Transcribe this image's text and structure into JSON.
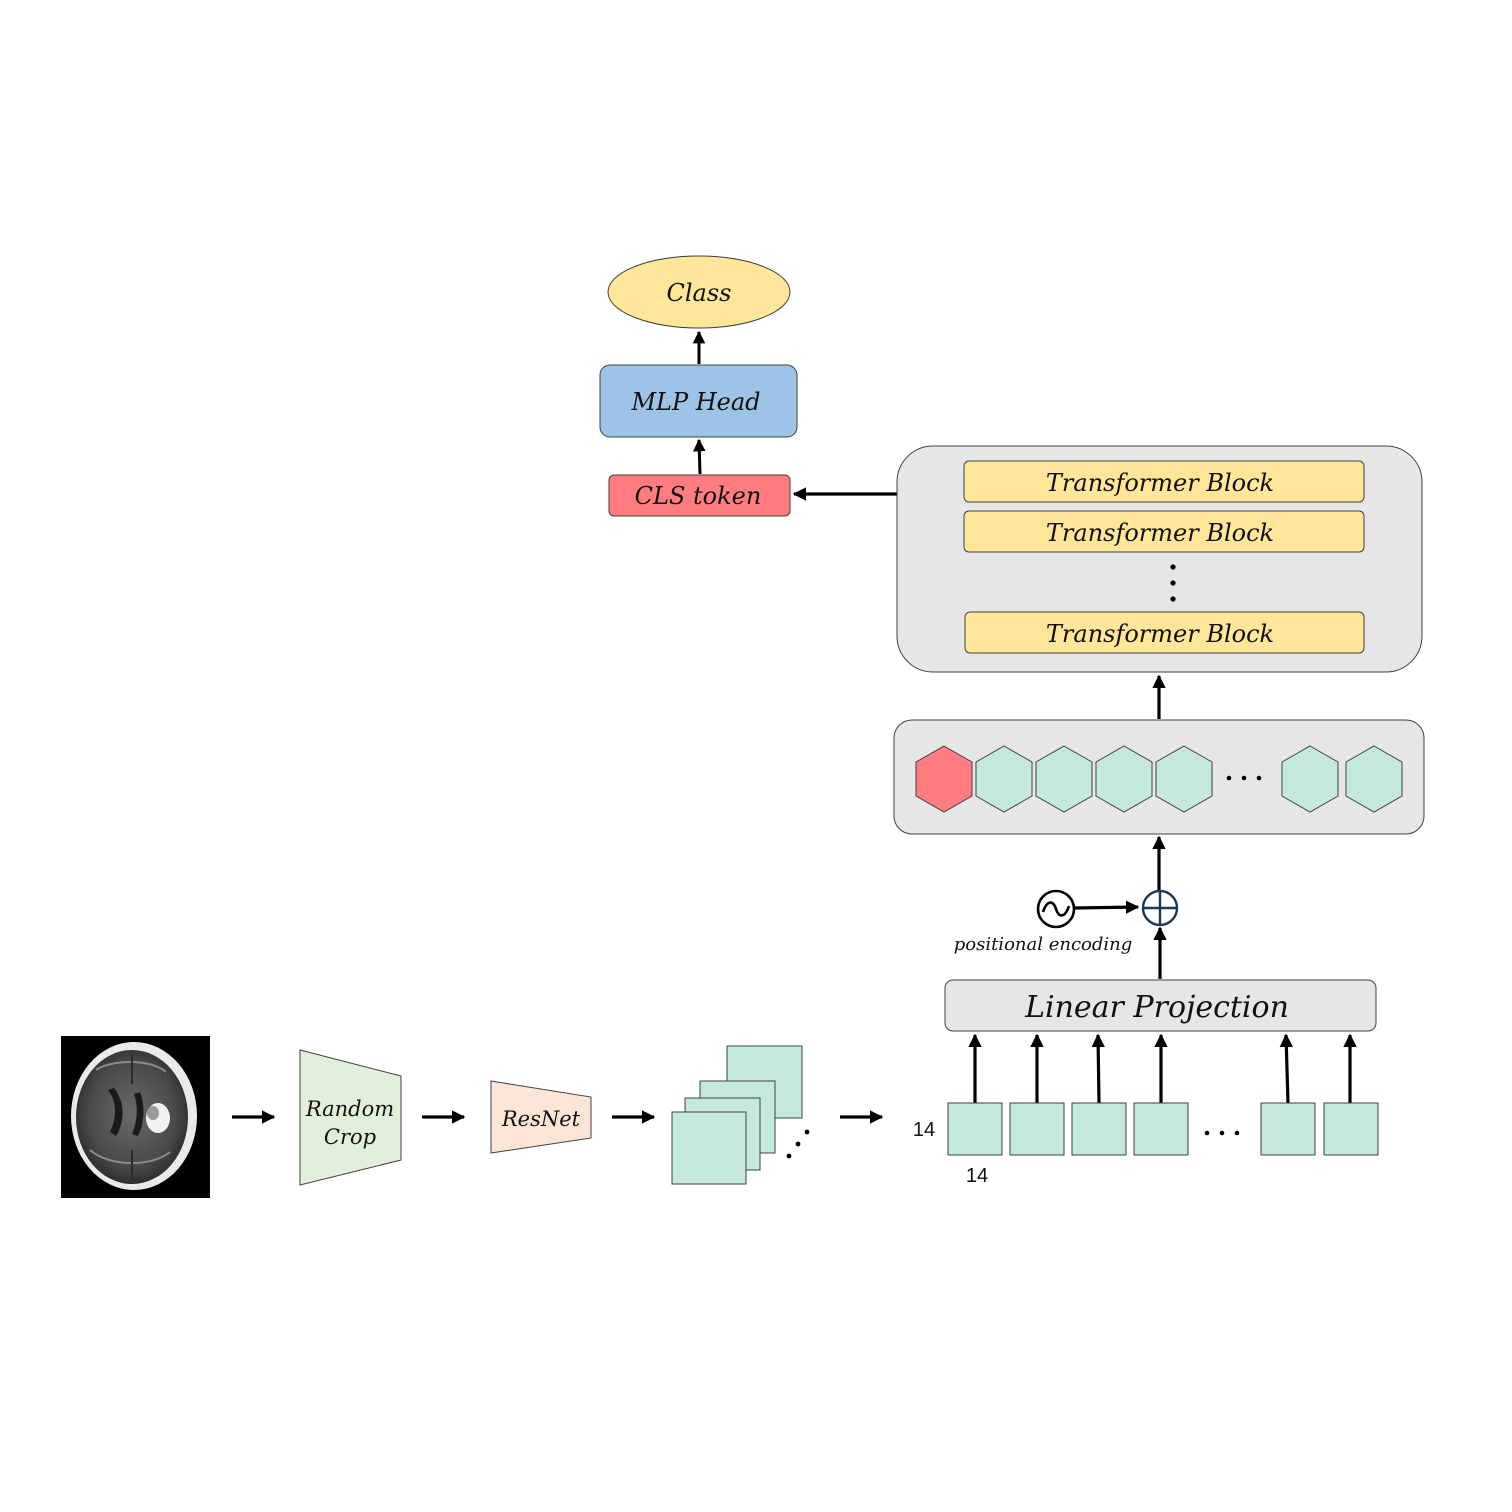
{
  "labels": {
    "class": "Class",
    "mlp_head": "MLP Head",
    "cls_token": "CLS token",
    "transformer_block": "Transformer Block",
    "positional_encoding": "positional encoding",
    "linear_projection": "Linear Projection",
    "random_crop_line1": "Random",
    "random_crop_line2": "Crop",
    "resnet": "ResNet",
    "patch_height": "14",
    "patch_width": "14",
    "ellipsis": "· · ·",
    "tilde": "~"
  },
  "colors": {
    "class_fill": "#FFE699",
    "mlp_fill": "#9DC3E6",
    "cls_fill": "#FF7C80",
    "transformer_fill": "#FFE699",
    "container_fill": "#E7E6E6",
    "token_fill": "#C5E8DC",
    "cls_token_fill": "#FF7C80",
    "random_crop_fill": "#E2EFDA",
    "resnet_fill": "#FBE5D6",
    "feature_fill": "#C5E8DC",
    "arrow": "#000000"
  },
  "icons": {
    "input_image": "brain-ct-scan",
    "positional_encoding": "sine-wave-icon",
    "add": "circle-plus-icon"
  }
}
